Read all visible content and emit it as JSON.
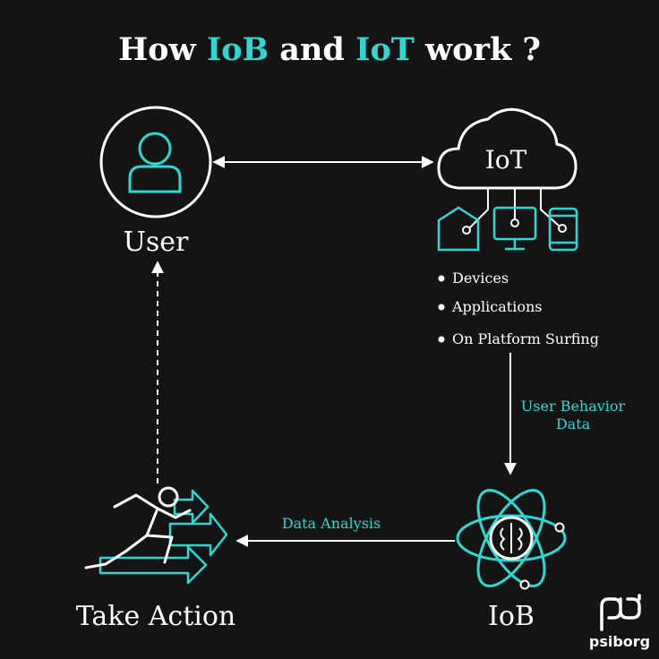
{
  "title": {
    "prefix": "How ",
    "iob": "IoB",
    "middle": " and ",
    "iot": "IoT",
    "suffix": " work ?"
  },
  "nodes": {
    "user": {
      "label": "User",
      "icon": "user-icon"
    },
    "iot": {
      "label": "IoT",
      "icon": "cloud-icon"
    },
    "iob": {
      "label": "IoB",
      "icon": "atom-brain-icon"
    },
    "action": {
      "label": "Take Action",
      "icon": "running-person-icon"
    }
  },
  "iot_devices": [
    "home-icon",
    "monitor-icon",
    "phone-icon"
  ],
  "iot_sources": [
    "Devices",
    "Applications",
    "On Platform Surfing"
  ],
  "edges": {
    "iot_to_iob": {
      "line1": "User Behavior",
      "line2": "Data"
    },
    "iob_to_action": {
      "label": "Data Analysis"
    }
  },
  "brand": {
    "name": "psiborg",
    "logo": "pb"
  },
  "colors": {
    "background": "#141414",
    "accent": "#2ED8D2",
    "text": "#FFFFFF"
  }
}
